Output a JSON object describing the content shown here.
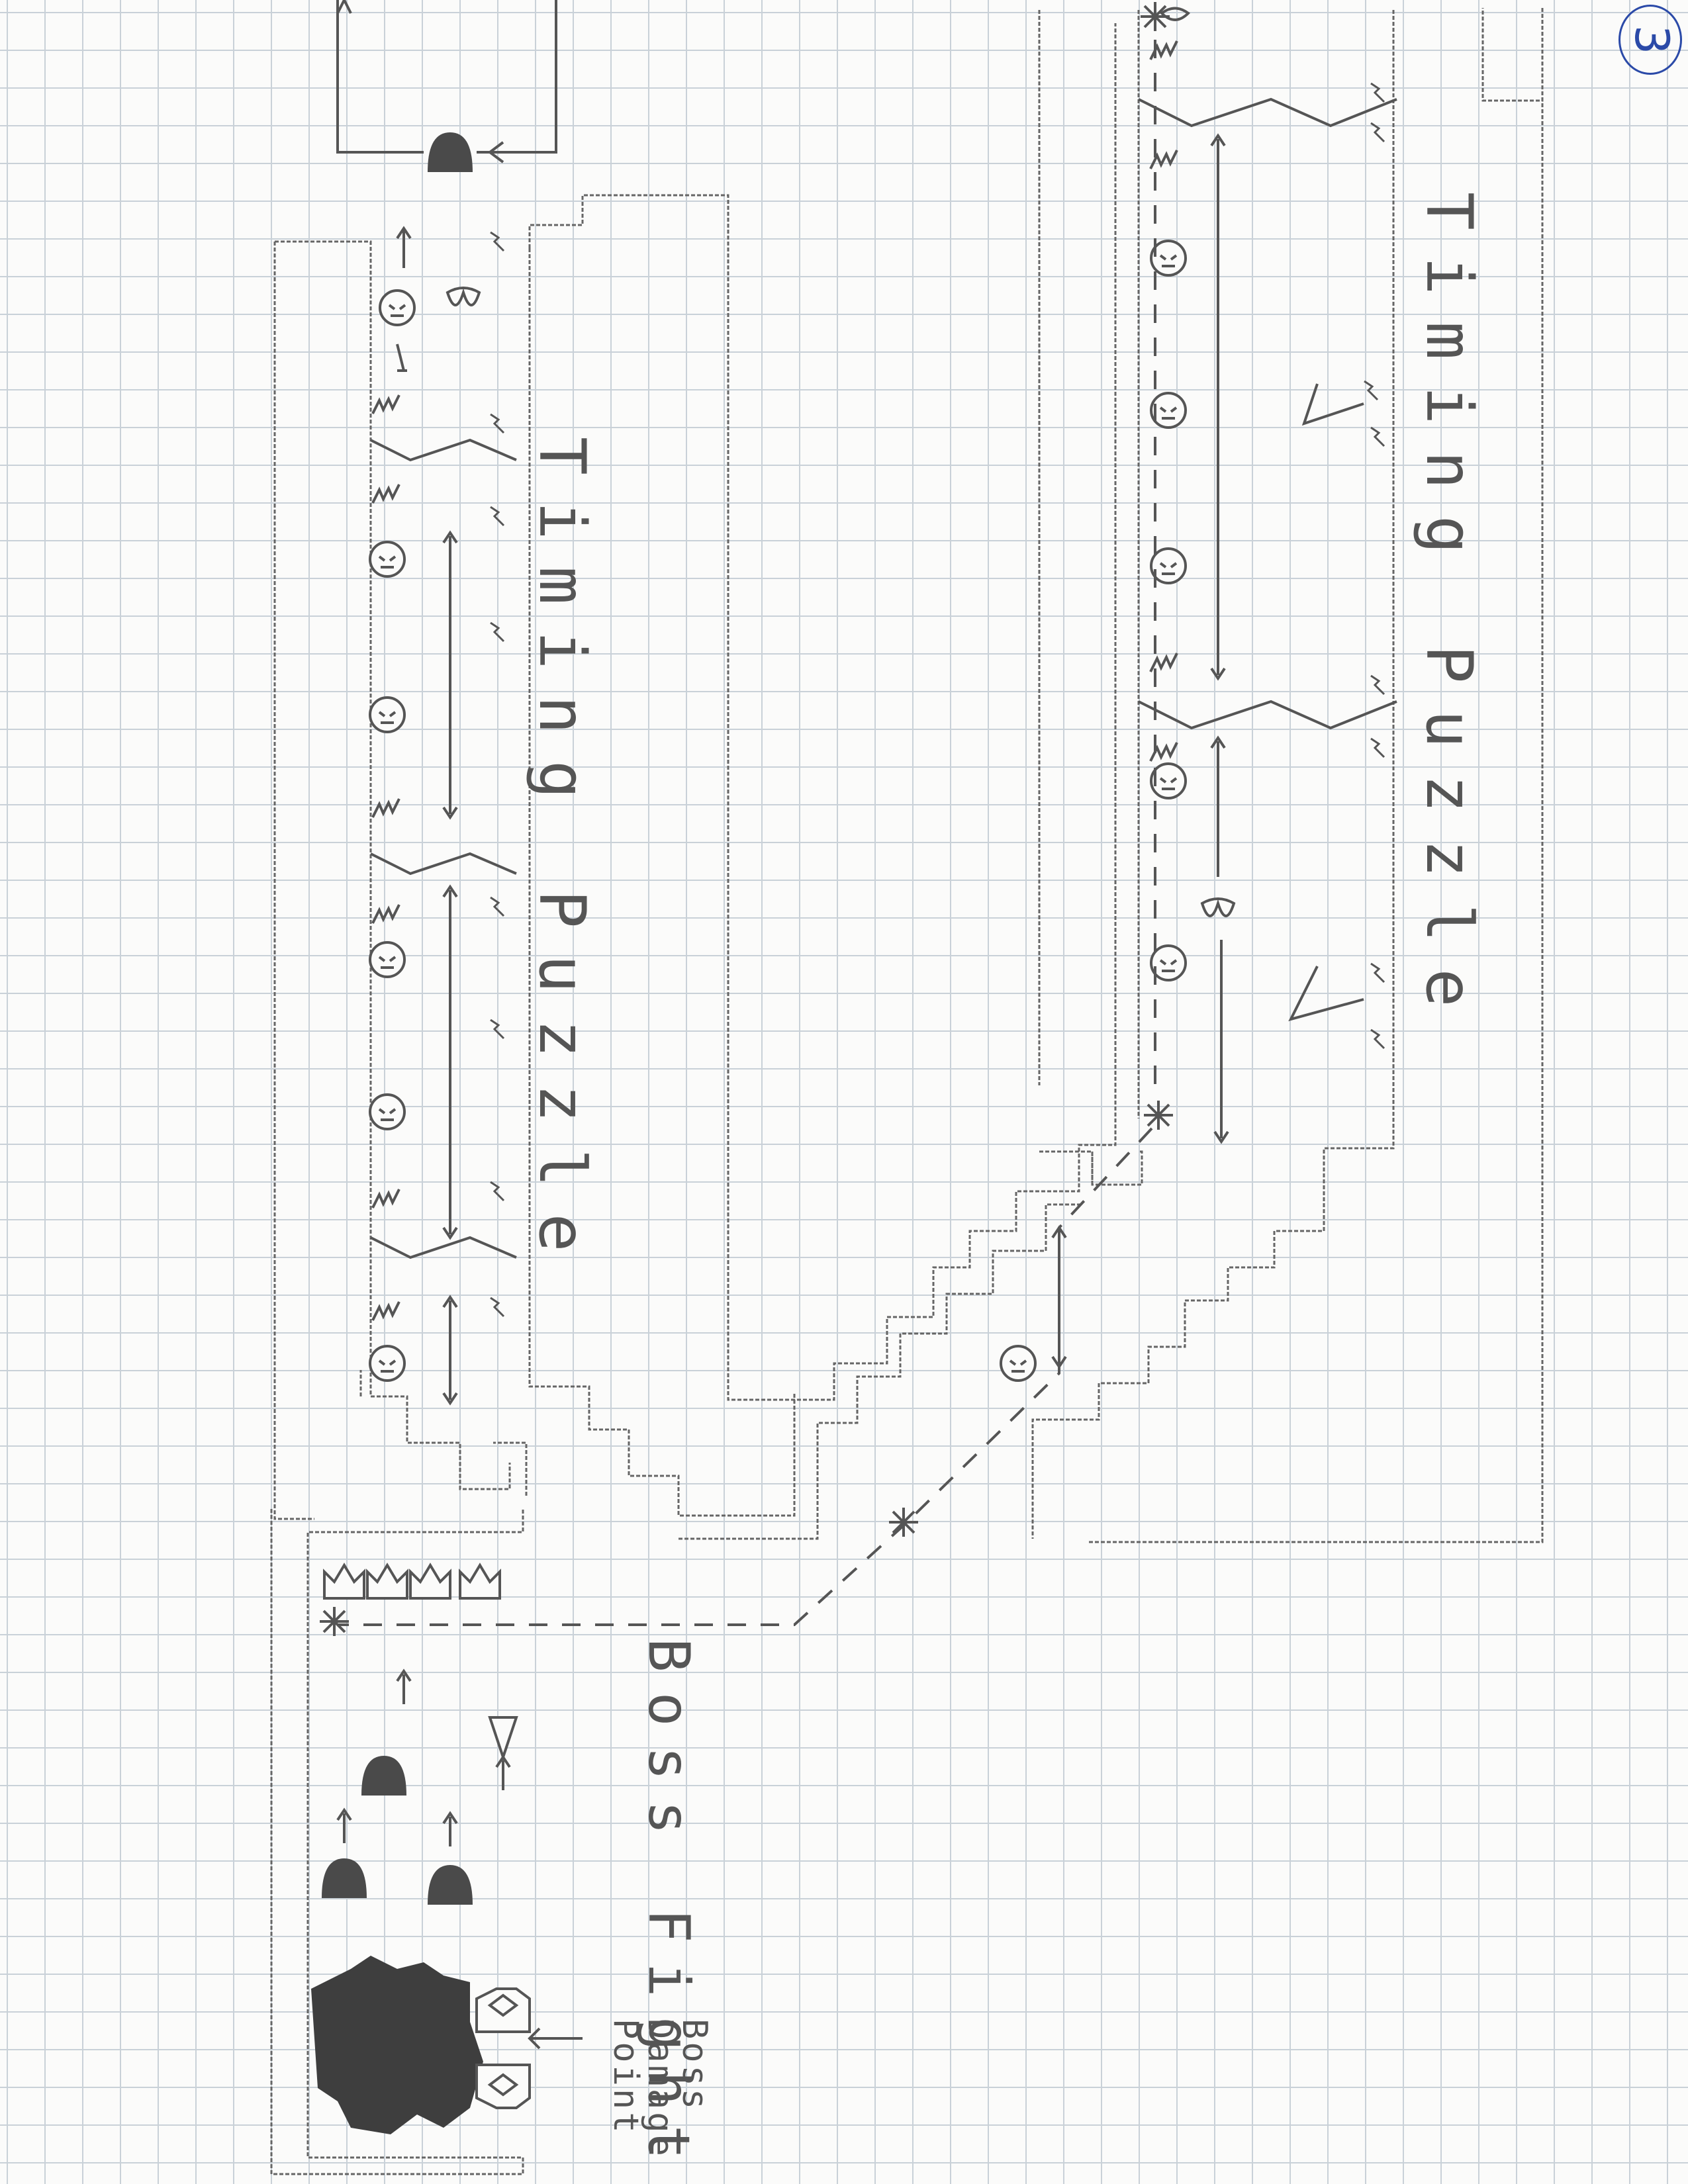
{
  "page_number": "3",
  "annotations": {
    "timing_puzzle_left": "Timing Puzzle",
    "timing_puzzle_right": "Timing Puzzle",
    "boss_fight": "Boss Fight",
    "boss_damage_point": "Boss\nDamage\nPoint"
  },
  "colors": {
    "pencil": "#5a5a5a",
    "ink": "#2b4aa8",
    "grid": "#c9d1d8",
    "paper": "#fbfbfa"
  },
  "legend_icons": [
    "skull-enemy-icon",
    "crusher-enemy-icon",
    "bat-enemy-icon",
    "checkpoint-star-icon",
    "spike-trap-icon",
    "rising-flame-icon",
    "boss-icon",
    "boss-weakpoint-icon"
  ]
}
